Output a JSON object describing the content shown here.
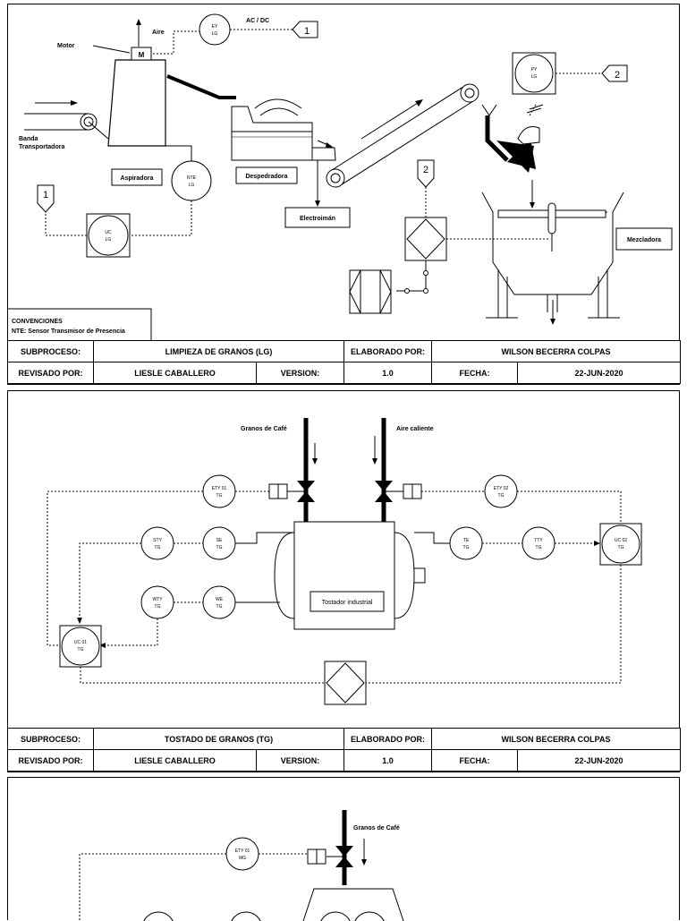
{
  "panel1": {
    "labels": {
      "motor": "Motor",
      "motor_box": "M",
      "aire": "Aire",
      "acdc": "AC / DC",
      "banda": "Banda",
      "transportadora": "Transportadora",
      "aspiradora": "Aspiradora",
      "despedradora": "Despedradora",
      "electroiman": "Electroimán",
      "mezcladora": "Mezcladora"
    },
    "instruments": {
      "ey": [
        "EY",
        "LG"
      ],
      "nte": [
        "NTE",
        "LG"
      ],
      "uc": [
        "UC",
        "LG"
      ],
      "py": [
        "PY",
        "LG"
      ]
    },
    "flags": {
      "f1": "1",
      "f1b": "1",
      "f2": "2",
      "f2b": "2"
    },
    "conventions": {
      "title": "CONVENCIONES",
      "nte": "NTE: Sensor Transmisor de Presencia"
    }
  },
  "panel2": {
    "labels": {
      "granos": "Granos de Café",
      "aire_caliente": "Aire caliente",
      "tostador": "Tostador industrial"
    },
    "instruments": {
      "ety01": [
        "ETY 01",
        "TG"
      ],
      "ety02": [
        "ETY 02",
        "TG"
      ],
      "sty": [
        "STY",
        "TG"
      ],
      "se": [
        "SE",
        "TG"
      ],
      "wty": [
        "WTY",
        "TG"
      ],
      "we": [
        "WE",
        "TG"
      ],
      "te": [
        "TE",
        "TG"
      ],
      "tty": [
        "TTY",
        "TG"
      ],
      "uc01": [
        "UC 01",
        "TG"
      ],
      "uc02": [
        "UC 02",
        "TG"
      ]
    }
  },
  "panel3": {
    "labels": {
      "granos": "Granos de Café"
    },
    "instruments": {
      "ety01": [
        "ETY 01",
        "MG"
      ]
    }
  },
  "table1": {
    "subproceso_label": "SUBPROCESO:",
    "subproceso": "LIMPIEZA DE GRANOS (LG)",
    "elaborado_label": "ELABORADO POR:",
    "elaborado": "WILSON BECERRA COLPAS",
    "revisado_label": "REVISADO POR:",
    "revisado": "LIESLE CABALLERO",
    "version_label": "VERSION:",
    "version": "1.0",
    "fecha_label": "FECHA:",
    "fecha": "22-JUN-2020"
  },
  "table2": {
    "subproceso_label": "SUBPROCESO:",
    "subproceso": "TOSTADO DE GRANOS (TG)",
    "elaborado_label": "ELABORADO POR:",
    "elaborado": "WILSON BECERRA COLPAS",
    "revisado_label": "REVISADO POR:",
    "revisado": "LIESLE CABALLERO",
    "version_label": "VERSION:",
    "version": "1.0",
    "fecha_label": "FECHA:",
    "fecha": "22-JUN-2020"
  }
}
